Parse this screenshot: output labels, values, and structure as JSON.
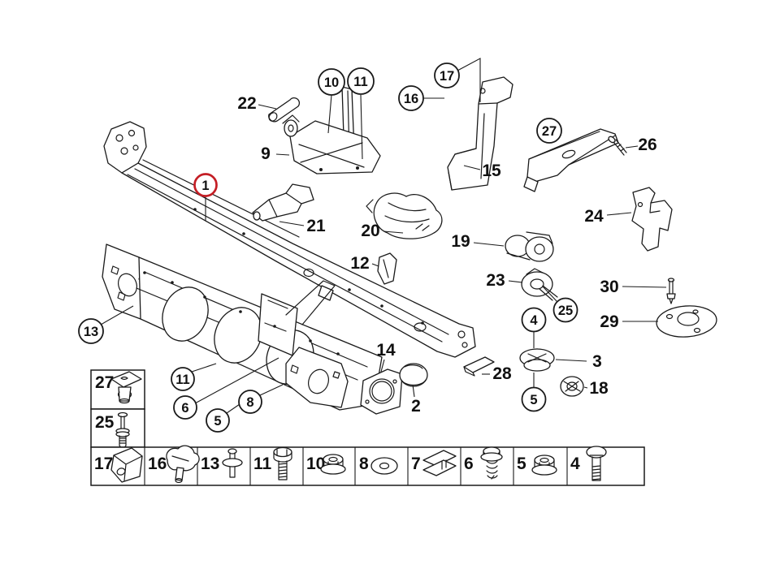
{
  "meta": {
    "type": "exploded-parts-diagram",
    "background": "#ffffff",
    "ink": "#1a1a1a",
    "highlight_red": "#c41e25",
    "highlighted_part": "1"
  },
  "labels": {
    "1": "1",
    "2": "2",
    "3": "3",
    "4": "4",
    "5": "5",
    "6": "6",
    "7": "7",
    "8": "8",
    "9": "9",
    "10": "10",
    "11": "11",
    "12": "12",
    "13": "13",
    "14": "14",
    "15": "15",
    "16": "16",
    "17": "17",
    "18": "18",
    "19": "19",
    "20": "20",
    "21": "21",
    "22": "22",
    "23": "23",
    "24": "24",
    "25": "25",
    "26": "26",
    "27": "27",
    "28": "28",
    "29": "29",
    "30": "30"
  },
  "callouts": {
    "circled": [
      "10",
      "11",
      "17",
      "16",
      "27",
      "1",
      "13",
      "11",
      "6",
      "5",
      "8",
      "25",
      "4",
      "5"
    ],
    "plain": [
      "22",
      "9",
      "15",
      "26",
      "24",
      "21",
      "20",
      "19",
      "12",
      "23",
      "30",
      "29",
      "3",
      "28",
      "18",
      "14",
      "2"
    ]
  },
  "legend": {
    "side_boxes": [
      {
        "label": "27",
        "icon": "plastic-expanding-clip-icon"
      },
      {
        "label": "25",
        "icon": "expansion-rivet-icon"
      }
    ],
    "strip": [
      {
        "label": "17",
        "icon": "clamp-bracket-icon"
      },
      {
        "label": "16",
        "icon": "plastic-nut-icon"
      },
      {
        "label": "13",
        "icon": "push-rivet-icon"
      },
      {
        "label": "11",
        "icon": "hex-flange-screw-icon"
      },
      {
        "label": "10",
        "icon": "flange-nut-icon"
      },
      {
        "label": "8",
        "icon": "washer-icon"
      },
      {
        "label": "7",
        "icon": "speed-clip-icon"
      },
      {
        "label": "6",
        "icon": "hex-screw-washer-icon"
      },
      {
        "label": "5",
        "icon": "flange-nut-icon"
      },
      {
        "label": "4",
        "icon": "long-bolt-icon"
      }
    ]
  }
}
